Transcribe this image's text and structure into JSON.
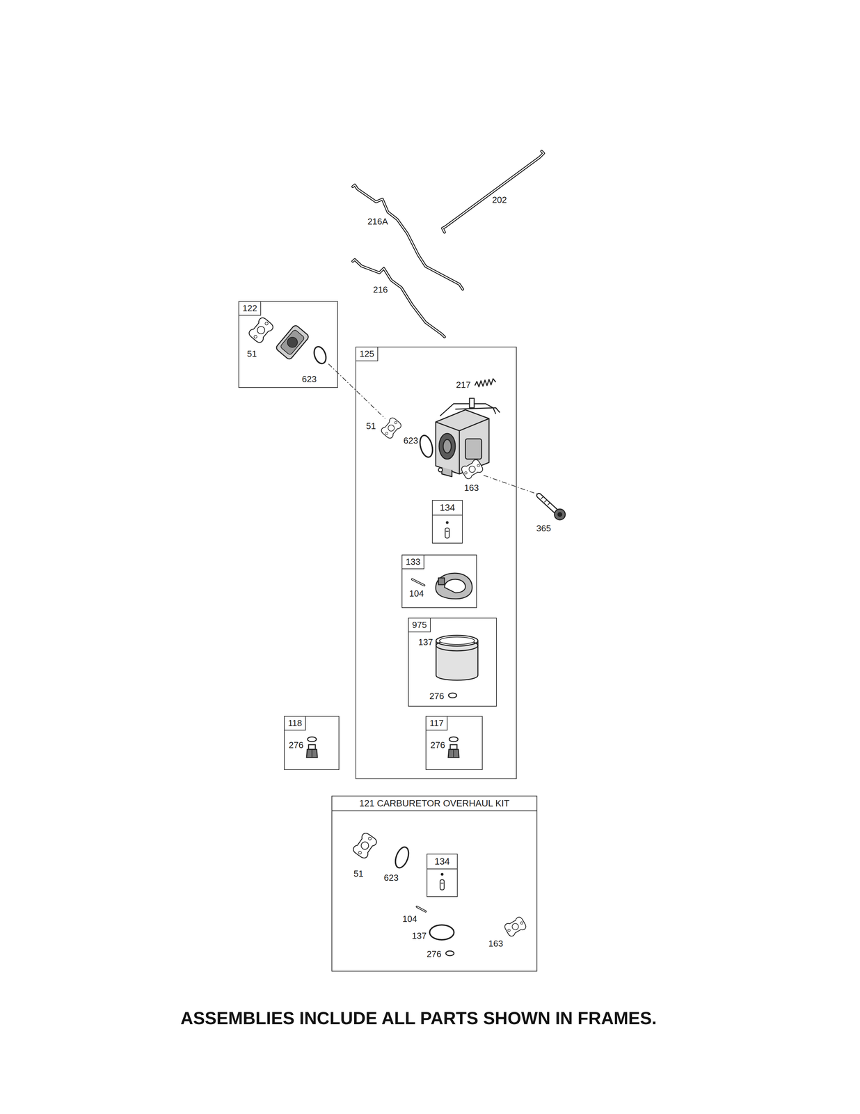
{
  "diagram": {
    "caption": "ASSEMBLIES INCLUDE ALL PARTS SHOWN IN FRAMES.",
    "nodes": [
      {
        "text": [
          "122",
          "51",
          "623"
        ]
      },
      {
        "text": [
          "125",
          "217",
          "51",
          "623",
          "163"
        ]
      },
      {
        "text": [
          "134"
        ],
        "in": 1
      },
      {
        "text": [
          "133",
          "104"
        ],
        "in": 1
      },
      {
        "text": [
          "975",
          "137",
          "276"
        ],
        "in": 1
      },
      {
        "text": [
          "118",
          "276"
        ]
      },
      {
        "text": [
          "117",
          "276"
        ],
        "in": 1
      },
      {
        "text": [
          "121 CARBURETOR OVERHAUL KIT",
          "51",
          "623",
          "104",
          "137",
          "276",
          "163"
        ]
      },
      {
        "text": [
          "134"
        ],
        "in": 7
      }
    ],
    "labels": [
      "216A",
      "202",
      "216",
      "365"
    ]
  }
}
